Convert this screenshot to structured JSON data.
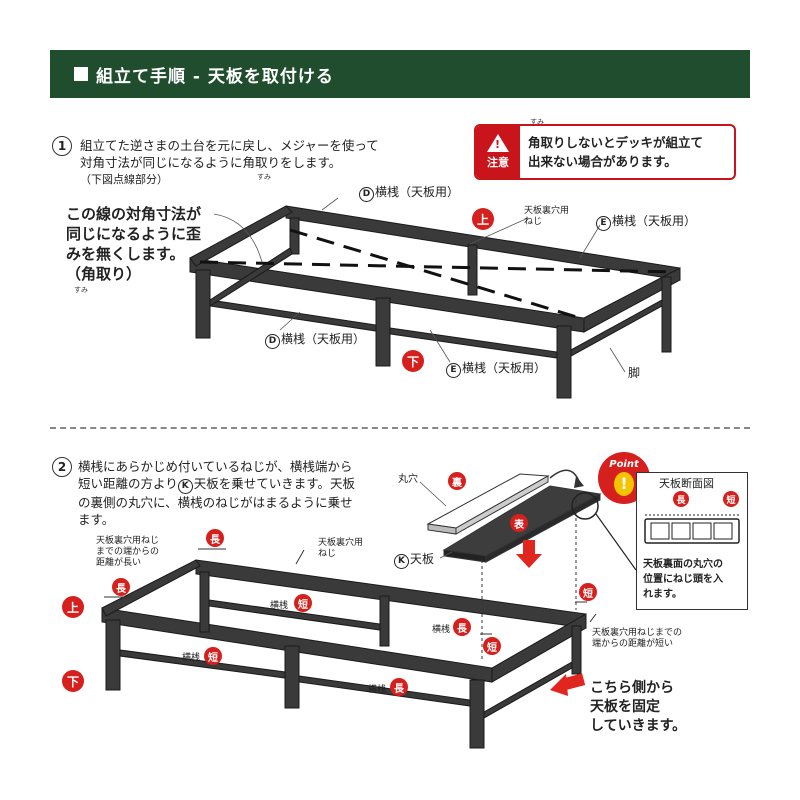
{
  "header": {
    "title": "組立て手順 - 天板を取付ける"
  },
  "step1": {
    "number": "1",
    "text_line1": "組立てた逆さまの土台を元に戻し、メジャーを使って",
    "text_line2": "対角寸法が同じになるように角取りをします。",
    "note": "（下図点線部分）",
    "ruby": "すみ"
  },
  "warning": {
    "badge": "注意",
    "message_line1": "角取りしないとデッキが組立て",
    "message_line2": "出来ない場合があります。",
    "ruby": "すみ"
  },
  "callout": {
    "line1": "この線の対角寸法が",
    "line2": "同じになるように歪",
    "line3": "みを無くします。",
    "line4": "（角取り）",
    "ruby": "すみ"
  },
  "diagram1": {
    "d_top": "横桟（天板用）",
    "e_right": "横桟（天板用）",
    "d_bottom": "横桟（天板用）",
    "e_bottom": "横桟（天板用）",
    "letter_d": "D",
    "letter_e": "E",
    "top_mark": "上",
    "bottom_mark": "下",
    "screw_label_line1": "天板裏穴用",
    "screw_label_line2": "ねじ",
    "leg_label": "脚"
  },
  "step2": {
    "number": "2",
    "text_line1": "横桟にあらかじめ付いているねじが、横桟端から",
    "text_line2": "短い距離の方より",
    "text_line2b": "天板を乗せていきます。天板",
    "text_line3": "の裏側の丸穴に、横桟のねじがはまるように乗せ",
    "text_line4": "ます。",
    "letter_k": "K"
  },
  "diagram2": {
    "round_hole": "丸穴",
    "back": "裏",
    "front": "表",
    "k_label": "天板",
    "letter_k": "K",
    "point": "Point",
    "section_title": "天板断面図",
    "long": "長",
    "short": "短",
    "section_note_line1": "天板裏面の丸穴の",
    "section_note_line2": "位置にねじ頭を入",
    "section_note_line3": "れます。",
    "left_note_line1": "天板裏穴用ねじ",
    "left_note_line2": "までの端からの",
    "left_note_line3": "距離が長い",
    "screw_label_line1": "天板裏穴用",
    "screw_label_line2": "ねじ",
    "right_note_line1": "天板裏穴用ねじまでの",
    "right_note_line2": "端からの距離が短い",
    "top_mark": "上",
    "bottom_mark": "下",
    "rail": "横桟",
    "fix_line1": "こちら側から",
    "fix_line2": "天板を固定",
    "fix_line3": "していきます。"
  },
  "colors": {
    "header_bg": "#1f4d2e",
    "accent_red": "#d6201d",
    "frame": "#3a3a3a"
  }
}
